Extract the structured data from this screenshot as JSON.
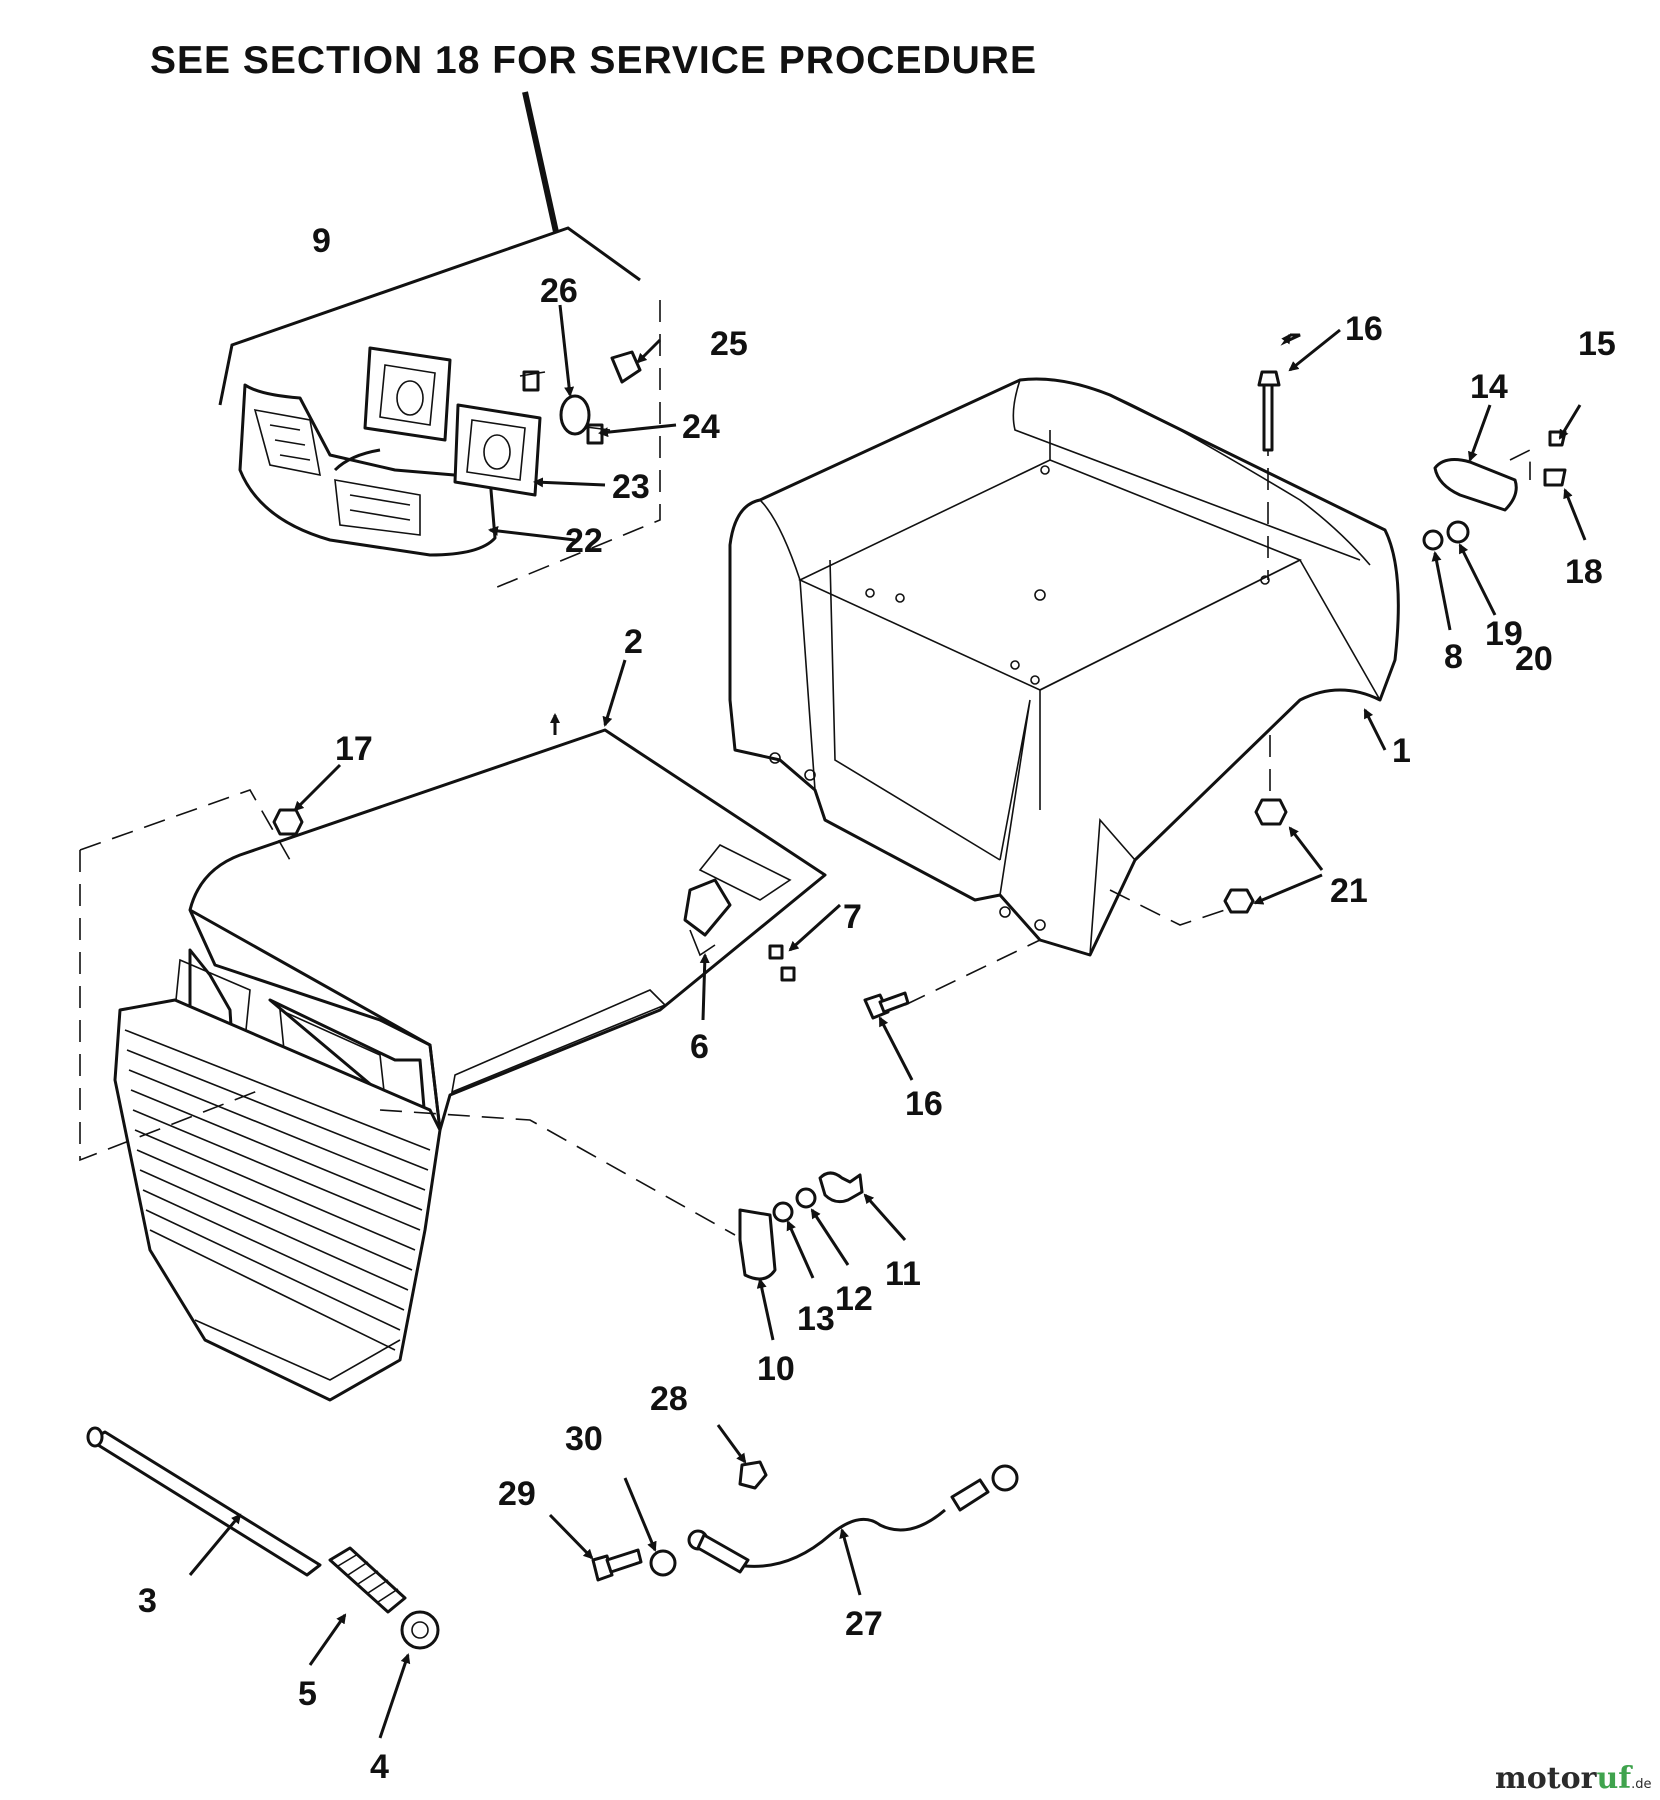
{
  "heading": "SEE SECTION 18 FOR SERVICE PROCEDURE",
  "callouts": {
    "c1": "1",
    "c2": "2",
    "c3": "3",
    "c4": "4",
    "c5": "5",
    "c6": "6",
    "c7": "7",
    "c8": "8",
    "c9": "9",
    "c10": "10",
    "c11": "11",
    "c12": "12",
    "c13": "13",
    "c14": "14",
    "c15": "15",
    "c16a": "16",
    "c16b": "16",
    "c17": "17",
    "c18": "18",
    "c19": "19",
    "c20": "20",
    "c21": "21",
    "c22": "22",
    "c23": "23",
    "c24": "24",
    "c25": "25",
    "c26": "26",
    "c27": "27",
    "c28": "28",
    "c29": "29",
    "c30": "30"
  },
  "watermark": {
    "brand_dark": "motor",
    "brand_green": "uf",
    "suffix": ".de"
  }
}
